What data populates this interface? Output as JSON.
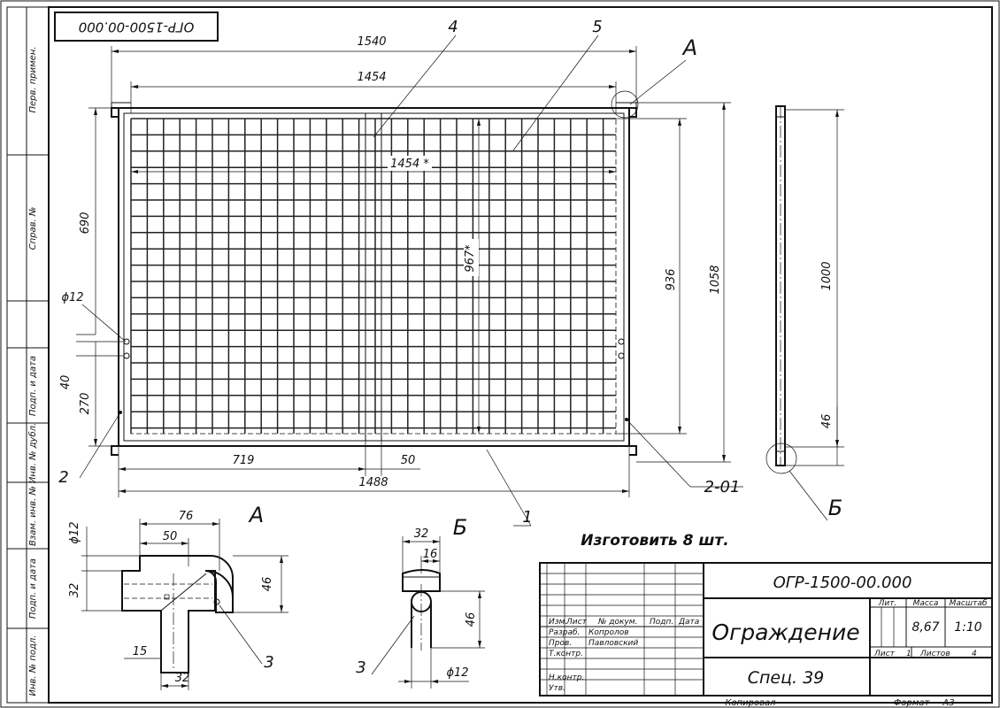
{
  "stamp_code_rotated": "ОГР-1500-00.000",
  "side_labels": [
    "Перв. примен.",
    "Справ. №",
    "Подп. и дата",
    "Инв. № дубл.",
    "Взам. инв. №",
    "Подп. и дата",
    "Инв. № подл."
  ],
  "dims_main": {
    "w1540": "1540",
    "w1454": "1454",
    "w1454s": "1454 *",
    "h690": "690",
    "h967s": "967*",
    "h936": "936",
    "h1058": "1058",
    "phi12": "ϕ12",
    "h40": "40",
    "h270": "270",
    "w719": "719",
    "w50": "50",
    "w1488": "1488"
  },
  "dims_side": {
    "h1000": "1000",
    "h46": "46"
  },
  "callouts": {
    "c1": "1",
    "c2": "2",
    "c2_01": "2-01",
    "c4": "4",
    "c5": "5",
    "view_a": "А",
    "view_b": "Б"
  },
  "detail_a": {
    "title": "А",
    "w76": "76",
    "w50": "50",
    "phi12": "ϕ12",
    "h32": "32",
    "h46": "46",
    "w15": "15",
    "w32": "32",
    "c3": "3"
  },
  "detail_b": {
    "title": "Б",
    "w32": "32",
    "w16": "16",
    "h46": "46",
    "phi12": "ϕ12",
    "c3": "3"
  },
  "note": "Изготовить 8 шт.",
  "title_block": {
    "doc_code": "ОГР-1500-00.000",
    "name": "Ограждение",
    "spec": "Спец. 39",
    "headers": [
      "Изм.",
      "Лист",
      "№ докум.",
      "Подп.",
      "Дата"
    ],
    "role_labels": [
      "Разраб.",
      "Пров.",
      "Т.контр.",
      "Н.контр.",
      "Утв."
    ],
    "people": [
      "Копролов",
      "Павловский"
    ],
    "lit_label": "Лит.",
    "mass_label": "Масса",
    "scale_label": "Масштаб",
    "mass_value": "8,67",
    "scale_value": "1:10",
    "sheet_label": "Лист",
    "sheet_value": "1",
    "sheets_label": "Листов",
    "sheets_value": "4"
  },
  "footer": {
    "copied": "Копировал",
    "format_label": "Формат",
    "format_value": "А3"
  }
}
